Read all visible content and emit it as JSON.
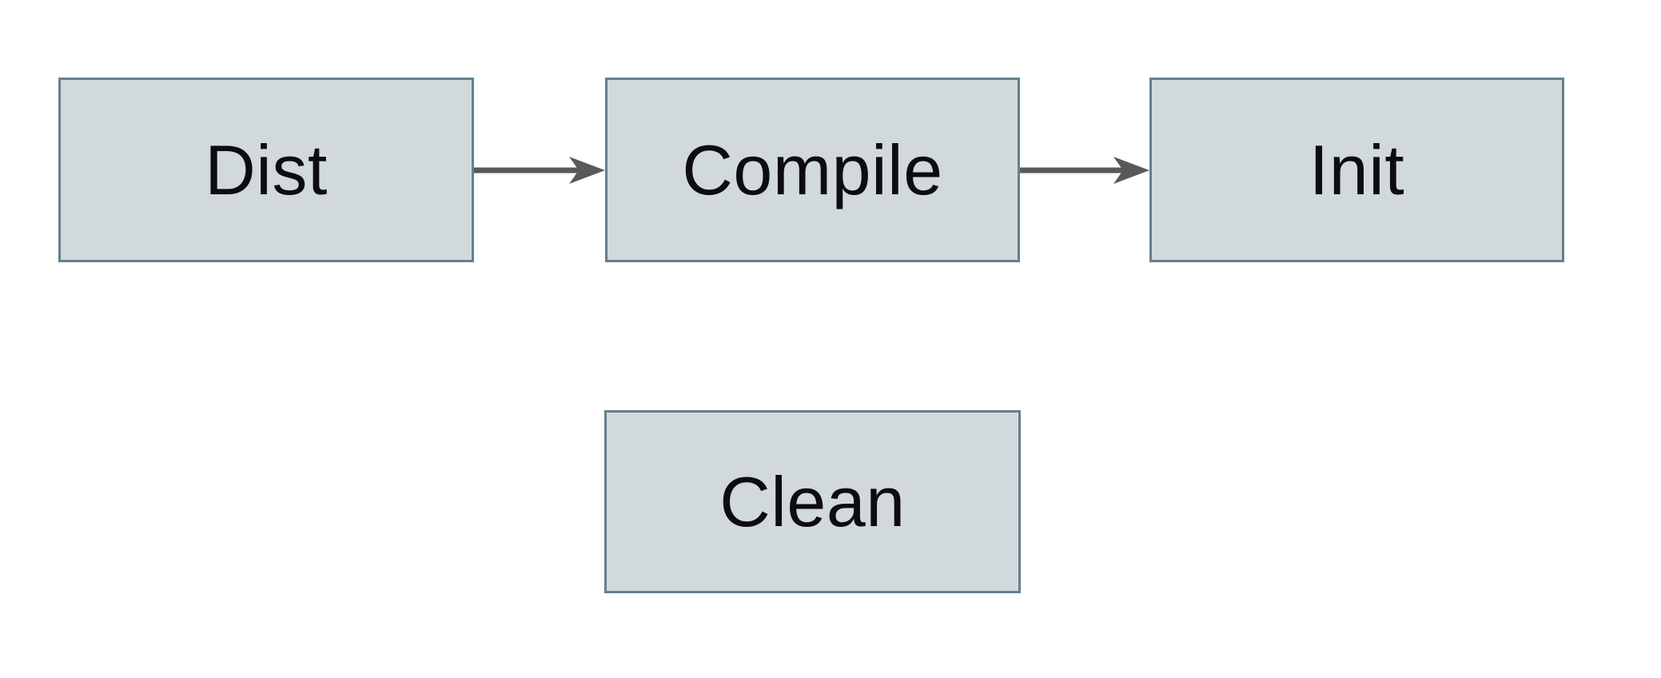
{
  "diagram": {
    "title": "build-targets-flowchart",
    "nodes": [
      {
        "id": "dist",
        "label": "Dist"
      },
      {
        "id": "compile",
        "label": "Compile"
      },
      {
        "id": "init",
        "label": "Init"
      },
      {
        "id": "clean",
        "label": "Clean"
      }
    ],
    "edges": [
      {
        "from": "dist",
        "to": "compile",
        "direction": "right"
      },
      {
        "from": "compile",
        "to": "init",
        "direction": "right"
      }
    ],
    "colors": {
      "background": "#ffffff",
      "node_fill": "#d2d9dc",
      "node_border": "#64808e",
      "arrow": "#595959",
      "label": "#0d0d0d"
    }
  }
}
